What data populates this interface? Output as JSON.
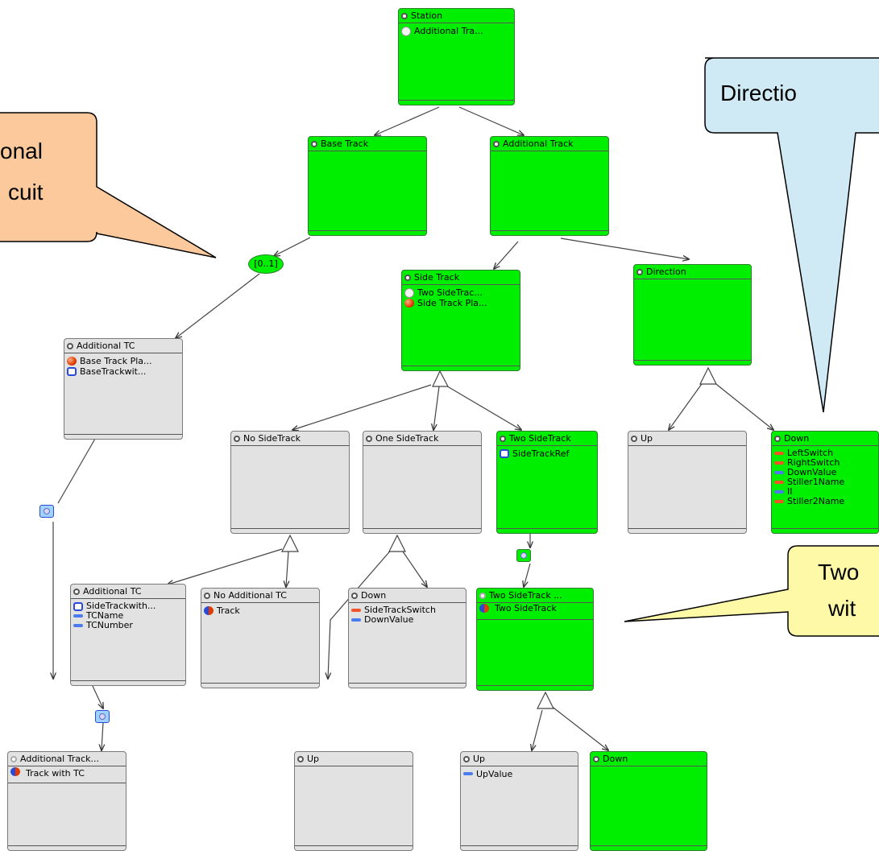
{
  "callouts": {
    "left_line1": "onal",
    "left_line2": "cuit",
    "right_top": "Directio",
    "right_bottom_line1": "Two",
    "right_bottom_line2": "wit"
  },
  "multiplicity": "[0..1]",
  "nodes": {
    "station": {
      "title": "Station",
      "attrs": [
        "Additional Tra..."
      ]
    },
    "base_track": {
      "title": "Base Track"
    },
    "additional_track": {
      "title": "Additional Track"
    },
    "side_track": {
      "title": "Side Track",
      "attrs": [
        "Two SideTrac...",
        "Side Track Pla..."
      ]
    },
    "direction": {
      "title": "Direction"
    },
    "additional_tc_top": {
      "title": "Additional TC",
      "attrs": [
        "Base Track Pla...",
        "BaseTrackwit..."
      ]
    },
    "no_sidetrack": {
      "title": "No SideTrack"
    },
    "one_sidetrack": {
      "title": "One SideTrack"
    },
    "two_sidetrack": {
      "title": "Two SideTrack",
      "attrs": [
        "SideTrackRef"
      ]
    },
    "up_dir": {
      "title": "Up"
    },
    "down_dir": {
      "title": "Down",
      "attrs": [
        "LeftSwitch",
        "RightSwitch",
        "DownValue",
        "Stiller1Name",
        "II",
        "Stiller2Name"
      ]
    },
    "additional_tc_mid": {
      "title": "Additional TC",
      "attrs": [
        "SideTrackwith...",
        "TCName",
        "TCNumber"
      ]
    },
    "no_additional_tc": {
      "title": "No Additional TC",
      "attrs": [
        "Track"
      ]
    },
    "down_one": {
      "title": "Down",
      "attrs": [
        "SideTrackSwitch",
        "DownValue"
      ]
    },
    "two_sidetrack_ref": {
      "title": "Two SideTrack ...",
      "attrs": [
        "Two SideTrack"
      ]
    },
    "additional_track_leaf": {
      "title": "Additional Track...",
      "attrs": [
        "Track with TC"
      ]
    },
    "up_one": {
      "title": "Up"
    },
    "up_two": {
      "title": "Up",
      "attrs": [
        "UpValue"
      ]
    },
    "down_two": {
      "title": "Down"
    }
  },
  "colors": {
    "green_node": "#00ee00",
    "gray_node": "#e2e2e2",
    "callout_orange": "#fbc99b",
    "callout_blue": "#cfe9f5",
    "callout_yellow": "#fdf9a6"
  }
}
